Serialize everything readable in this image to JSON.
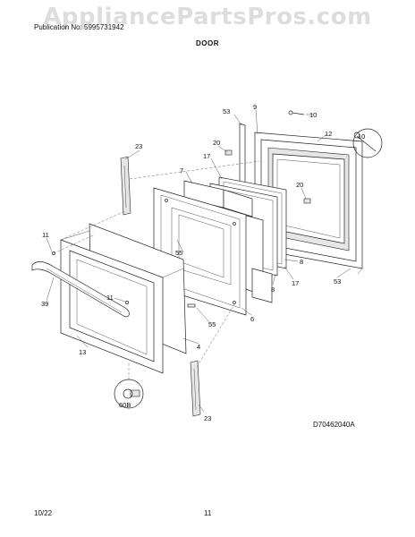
{
  "header": {
    "publication": "Publication No: 5995731942",
    "section_title": "DOOR",
    "watermark": "AppliancePartsPros.com"
  },
  "footer": {
    "date": "10/22",
    "page": "11"
  },
  "diagram_id": "D70462040A",
  "callouts": {
    "c53a": "53",
    "c9": "9",
    "c10a": "10",
    "c12": "12",
    "c10b": "10",
    "c23a": "23",
    "c20a": "20",
    "c17a": "17",
    "c7": "7",
    "c20b": "20",
    "c11a": "11",
    "c55a": "55",
    "c8a": "8",
    "c8b": "8",
    "c17b": "17",
    "c53b": "53",
    "c39": "39",
    "c11b": "11",
    "c55b": "55",
    "c6": "6",
    "c4": "4",
    "c13": "13",
    "c60b": "60B",
    "c23b": "23"
  }
}
